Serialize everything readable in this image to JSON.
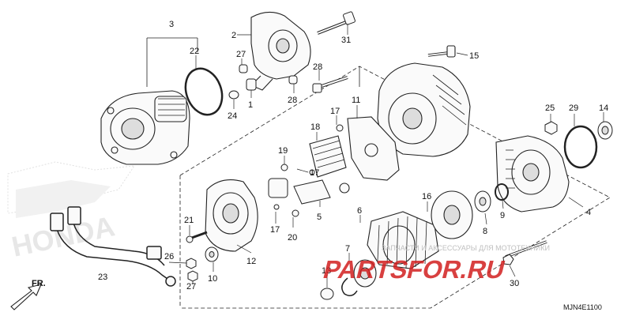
{
  "diagram": {
    "code": "MJN4E1100",
    "direction_label": "FR.",
    "watermark": {
      "tagline": "ЗАПЧАСТИ И АКСЕССУАРЫ ДЛЯ МОТОТЕХНИКИ",
      "site": "PARTSFOR.RU",
      "brand": "HONDA",
      "accent_color": "#d11f1f",
      "gray_color": "#c8c8c8"
    },
    "callouts": [
      {
        "id": "c1",
        "text": "1"
      },
      {
        "id": "c2",
        "text": "2"
      },
      {
        "id": "c3",
        "text": "3"
      },
      {
        "id": "c4",
        "text": "4"
      },
      {
        "id": "c5",
        "text": "5"
      },
      {
        "id": "c6",
        "text": "6"
      },
      {
        "id": "c7",
        "text": "7"
      },
      {
        "id": "c8",
        "text": "8"
      },
      {
        "id": "c9",
        "text": "9"
      },
      {
        "id": "c10",
        "text": "10"
      },
      {
        "id": "c11",
        "text": "11"
      },
      {
        "id": "c12",
        "text": "12"
      },
      {
        "id": "c13",
        "text": "13"
      },
      {
        "id": "c14",
        "text": "14"
      },
      {
        "id": "c15",
        "text": "15"
      },
      {
        "id": "c16",
        "text": "16"
      },
      {
        "id": "c17a",
        "text": "17"
      },
      {
        "id": "c17b",
        "text": "17"
      },
      {
        "id": "c17c",
        "text": "17"
      },
      {
        "id": "c18",
        "text": "18"
      },
      {
        "id": "c19",
        "text": "19"
      },
      {
        "id": "c20",
        "text": "20"
      },
      {
        "id": "c21",
        "text": "21"
      },
      {
        "id": "c22",
        "text": "22"
      },
      {
        "id": "c23",
        "text": "23"
      },
      {
        "id": "c24",
        "text": "24"
      },
      {
        "id": "c25",
        "text": "25"
      },
      {
        "id": "c26",
        "text": "26"
      },
      {
        "id": "c27a",
        "text": "27"
      },
      {
        "id": "c27b",
        "text": "27"
      },
      {
        "id": "c28a",
        "text": "28"
      },
      {
        "id": "c28b",
        "text": "28"
      },
      {
        "id": "c29",
        "text": "29"
      },
      {
        "id": "c30",
        "text": "30"
      },
      {
        "id": "c31",
        "text": "31"
      }
    ]
  }
}
